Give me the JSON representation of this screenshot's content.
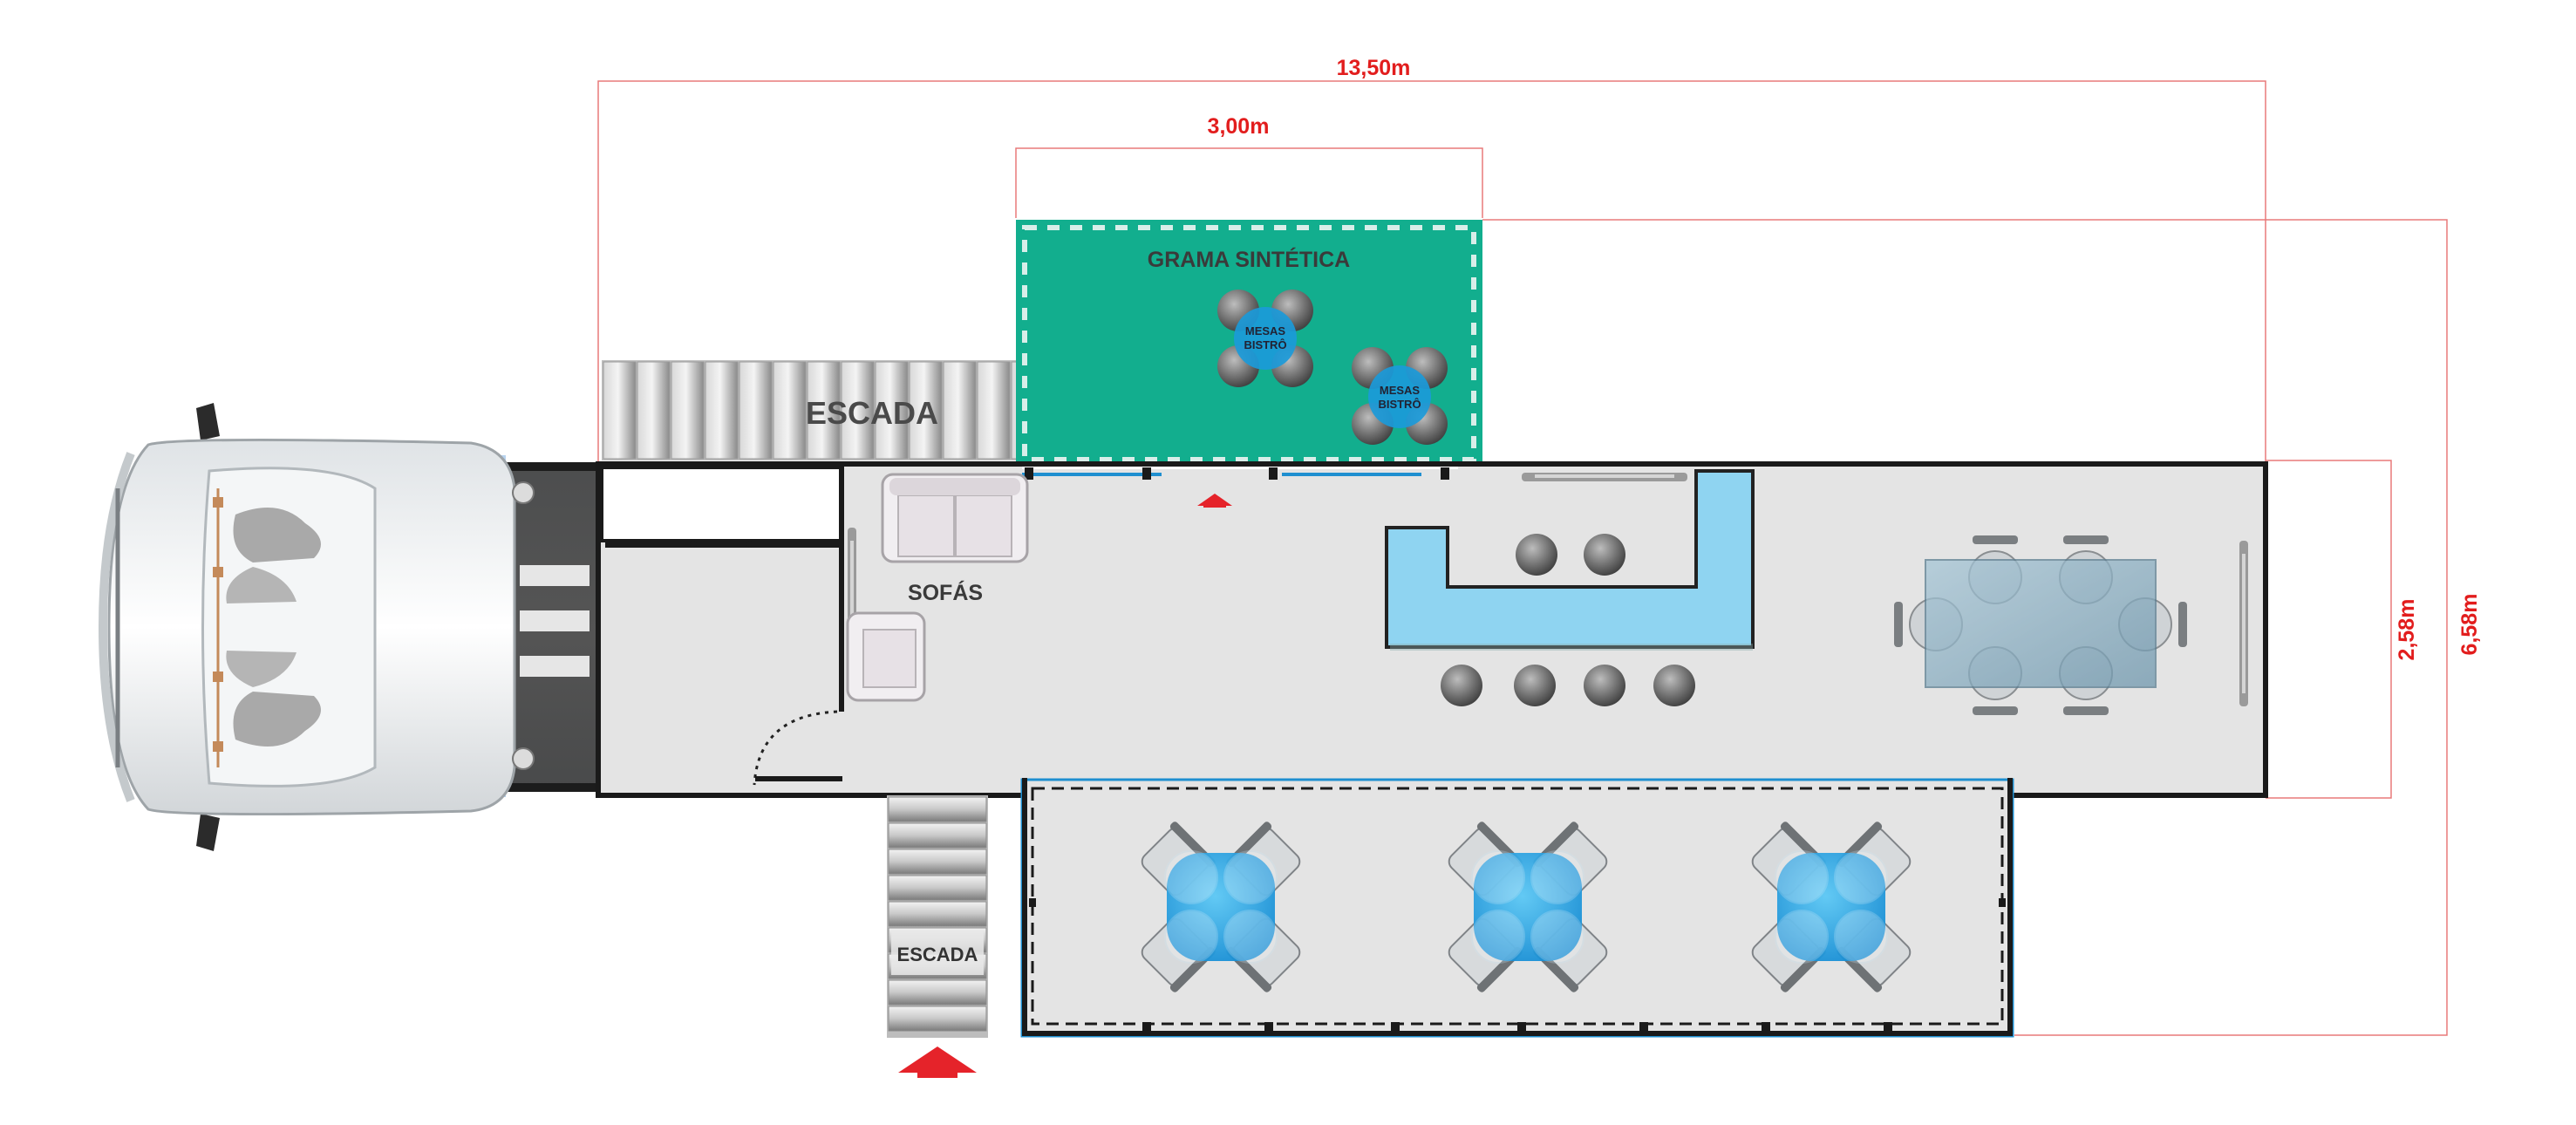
{
  "dimensions": {
    "total_length": "13,50m",
    "deck_length": "3,00m",
    "trailer_width": "2,58m",
    "total_width": "6,58m"
  },
  "labels": {
    "grass": "GRAMA SINTÉTICA",
    "stairs_top": "ESCADA",
    "stairs_bottom": "ESCADA",
    "sofas": "SOFÁS",
    "bistro_1": [
      "MESAS",
      "BISTRÔ"
    ],
    "bistro_2": [
      "MESAS",
      "BISTRÔ"
    ]
  },
  "colors": {
    "dimension": "#e21d1d",
    "grass": "#12ae8e",
    "floor": "#e4e4e4",
    "bar": "#8fd4f1",
    "table_blue": "#29a9e6",
    "arrow": "#e5232a"
  }
}
